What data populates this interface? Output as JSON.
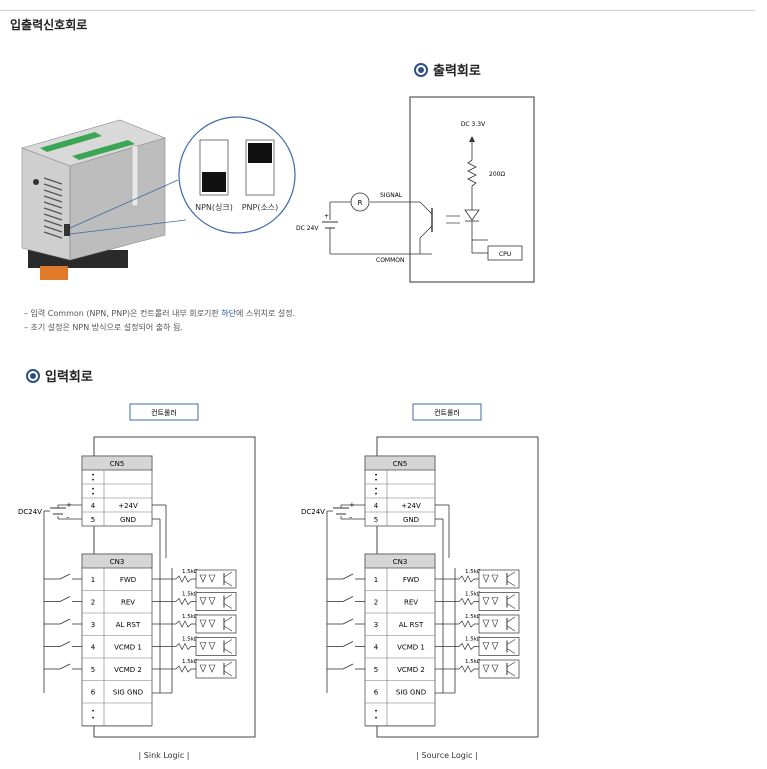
{
  "page_title": "입출력신호회로",
  "output_section": {
    "title": "출력회로",
    "dip_switch": {
      "label_npn": "NPN(싱크)",
      "label_pnp": "PNP(소스)"
    },
    "circuit": {
      "dc_supply": "DC 3.3V",
      "resistor": "200Ω",
      "signal": "SIGNAL",
      "load": "R",
      "dc_external": "DC 24V",
      "plus": "+",
      "common": "COMMON",
      "cpu": "CPU"
    }
  },
  "notes": {
    "line1_pre": "– 입력 Common (NPN, PNP)은 컨트롤러 내부 회로기판 ",
    "line1_hl": "하단",
    "line1_post": "에 스위치로 설정.",
    "line2": "– 초기 설정은 NPN 방식으로 설정되어 출하 됨."
  },
  "input_section": {
    "title": "입력회로",
    "diagrams": [
      {
        "controller": "컨트롤러",
        "cn5": "CN5",
        "cn5_rows": [
          {
            "num": "4",
            "label": "+24V"
          },
          {
            "num": "5",
            "label": "GND"
          }
        ],
        "dc": "DC24V",
        "plus": "+",
        "minus": "–",
        "cn3": "CN3",
        "cn3_rows": [
          {
            "num": "1",
            "label": "FWD"
          },
          {
            "num": "2",
            "label": "REV"
          },
          {
            "num": "3",
            "label": "AL RST"
          },
          {
            "num": "4",
            "label": "VCMD 1"
          },
          {
            "num": "5",
            "label": "VCMD 2"
          },
          {
            "num": "6",
            "label": "SIG GND"
          }
        ],
        "resistor": "1.5kΩ",
        "caption": "| Sink Logic |"
      },
      {
        "controller": "컨트롤러",
        "cn5": "CN5",
        "cn5_rows": [
          {
            "num": "4",
            "label": "+24V"
          },
          {
            "num": "5",
            "label": "GND"
          }
        ],
        "dc": "DC24V",
        "plus": "+",
        "minus": "–",
        "cn3": "CN3",
        "cn3_rows": [
          {
            "num": "1",
            "label": "FWD"
          },
          {
            "num": "2",
            "label": "REV"
          },
          {
            "num": "3",
            "label": "AL RST"
          },
          {
            "num": "4",
            "label": "VCMD 1"
          },
          {
            "num": "5",
            "label": "VCMD 2"
          },
          {
            "num": "6",
            "label": "SIG GND"
          }
        ],
        "resistor": "1.5kΩ",
        "caption": "| Source Logic |"
      }
    ]
  }
}
